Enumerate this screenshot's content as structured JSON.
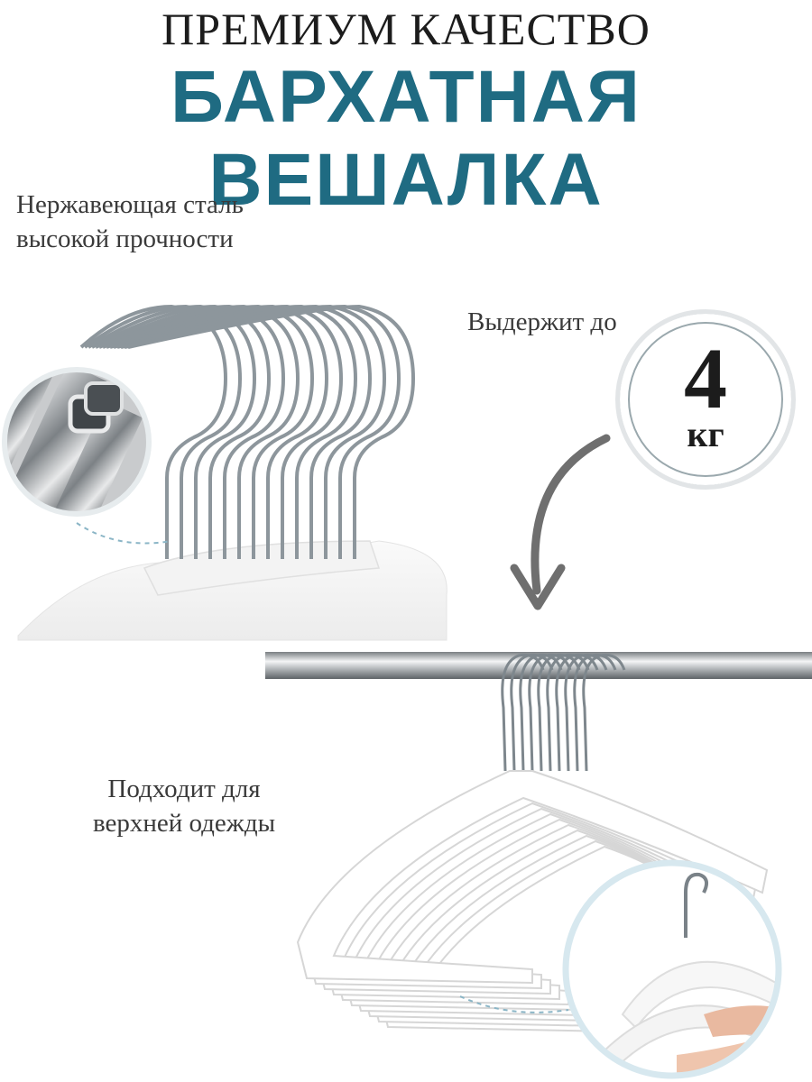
{
  "header": {
    "subtitle": "ПРЕМИУМ КАЧЕСТВО",
    "title": "БАРХАТНАЯ ВЕШАЛКА"
  },
  "features": {
    "steel_line1": "Нержавеющая сталь",
    "steel_line2": "высокой прочности",
    "hold_label": "Выдержит до",
    "weight_value": "4",
    "weight_unit": "кг",
    "outer_line1": "Подходит для",
    "outer_line2": "верхней одежды"
  },
  "colors": {
    "accent": "#1f6b82",
    "text": "#1c1c1c",
    "dashed": "#8ab5c6"
  }
}
